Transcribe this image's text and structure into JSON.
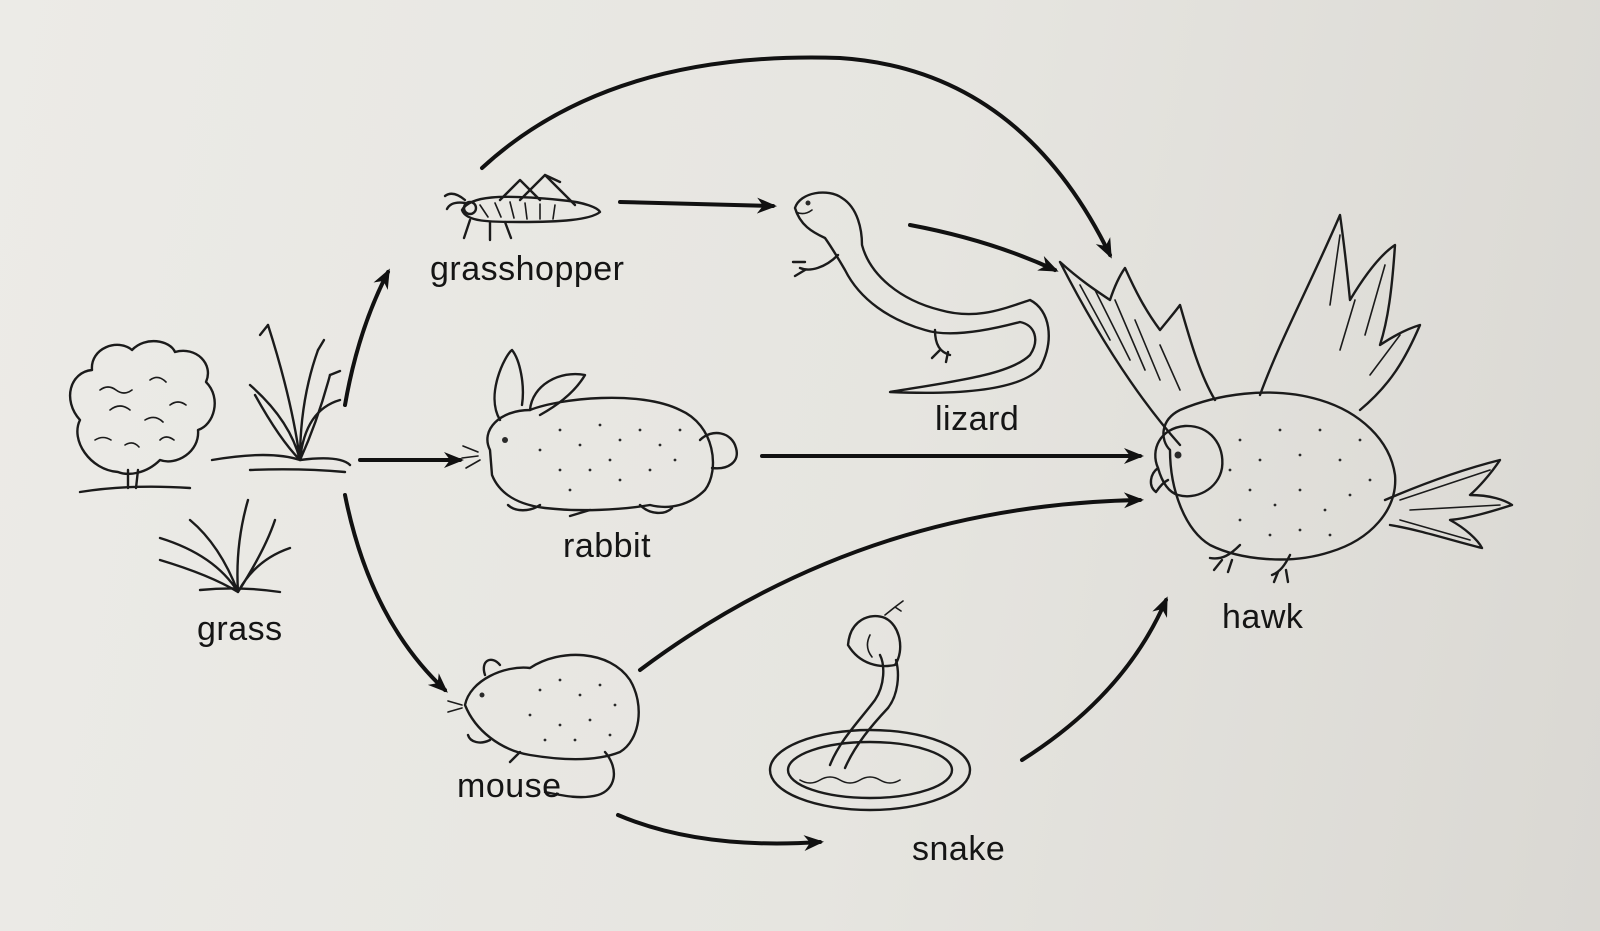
{
  "organisms": {
    "grass": "grass",
    "grasshopper": "grasshopper",
    "rabbit": "rabbit",
    "mouse": "mouse",
    "lizard": "lizard",
    "snake": "snake",
    "hawk": "hawk"
  },
  "links": [
    {
      "from": "grass",
      "to": "grasshopper"
    },
    {
      "from": "grass",
      "to": "rabbit"
    },
    {
      "from": "grass",
      "to": "mouse"
    },
    {
      "from": "grasshopper",
      "to": "lizard"
    },
    {
      "from": "grasshopper",
      "to": "hawk"
    },
    {
      "from": "lizard",
      "to": "hawk"
    },
    {
      "from": "rabbit",
      "to": "hawk"
    },
    {
      "from": "mouse",
      "to": "hawk"
    },
    {
      "from": "mouse",
      "to": "snake"
    },
    {
      "from": "snake",
      "to": "hawk"
    }
  ]
}
